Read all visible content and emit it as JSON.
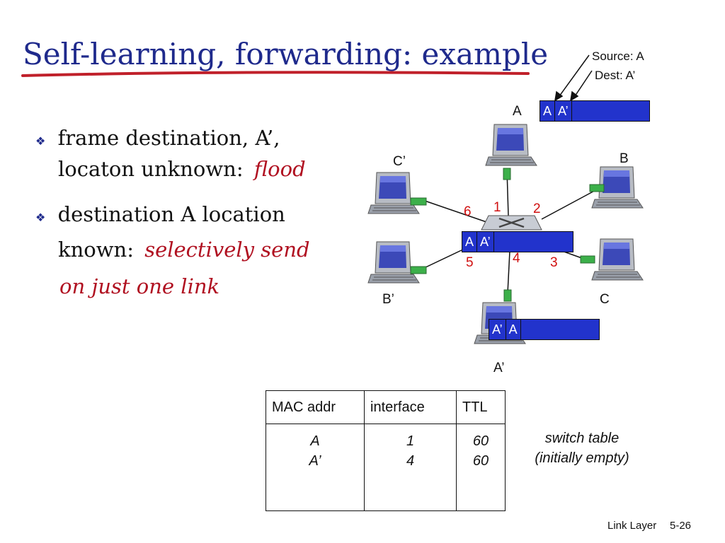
{
  "title": "Self-learning, forwarding: example",
  "bullets": [
    {
      "text_line1": "frame destination, A’,",
      "text_line2": "locaton unknown:",
      "emphasis": "flood"
    },
    {
      "text_line1": "destination A location",
      "text_line2": "known:",
      "emphasis_line2": "selectively send",
      "emphasis_line3": "on just one link"
    }
  ],
  "callout": {
    "source": "Source: A",
    "dest": "Dest: A’"
  },
  "hosts": {
    "a": "A",
    "b": "B",
    "c": "C",
    "a_prime": "A’",
    "b_prime": "B’",
    "c_prime": "C’"
  },
  "ports": {
    "p1": "1",
    "p2": "2",
    "p3": "3",
    "p4": "4",
    "p5": "5",
    "p6": "6"
  },
  "frames": {
    "top": [
      "A",
      "A’"
    ],
    "switch": [
      "A",
      "A’"
    ],
    "bottom": [
      "A’",
      "A"
    ]
  },
  "switch_table": {
    "headers": [
      "MAC addr",
      "interface",
      "TTL"
    ],
    "col_mac": [
      "A",
      "A’"
    ],
    "col_interface": [
      "1",
      "4"
    ],
    "col_ttl": [
      "60",
      "60"
    ]
  },
  "table_note": {
    "line1": "switch table",
    "line2": "(initially empty)"
  },
  "footer": {
    "section": "Link Layer",
    "page": "5-26"
  },
  "colors": {
    "title": "#1f2a8c",
    "emphasis": "#b01020",
    "port_numbers": "#d01010",
    "frame": "#2233cc"
  }
}
